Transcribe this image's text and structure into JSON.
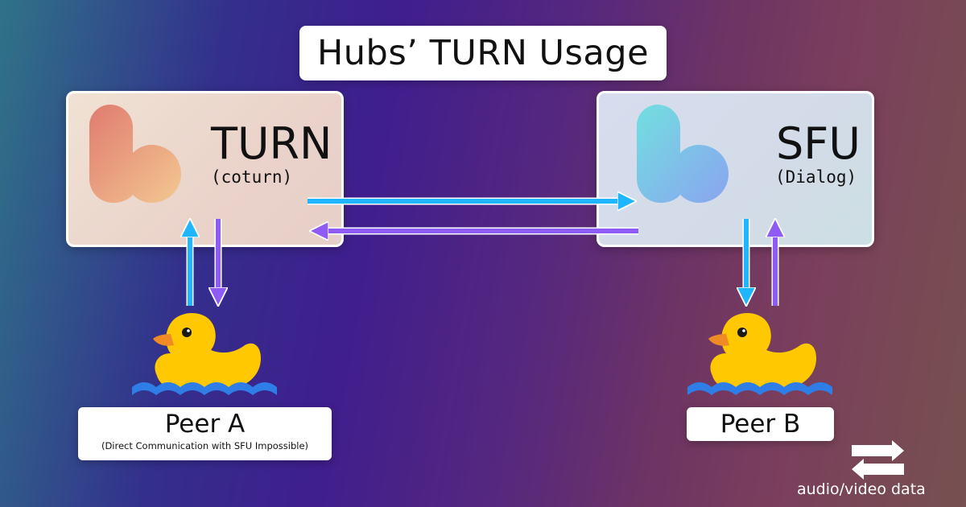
{
  "title": "Hubs’ TURN Usage",
  "nodes": {
    "turn": {
      "name": "TURN",
      "subtitle": "(coturn)",
      "logo_gradient": [
        "#e07b70",
        "#f3c891"
      ]
    },
    "sfu": {
      "name": "SFU",
      "subtitle": "(Dialog)",
      "logo_gradient": [
        "#72dfe0",
        "#8aa4f0"
      ]
    }
  },
  "peers": {
    "a": {
      "name": "Peer A",
      "note": "(Direct Communication with SFU Impossible)"
    },
    "b": {
      "name": "Peer B"
    }
  },
  "legend": {
    "caption": "audio/video data"
  },
  "colors": {
    "arrow_forward": "#1fb6ff",
    "arrow_return": "#8e5cf4",
    "duck_body": "#ffc800",
    "duck_beak": "#f08a24",
    "water": "#2f7de6"
  },
  "icons": [
    "rubber-duck-icon",
    "rubber-duck-icon",
    "logo-icon",
    "logo-icon"
  ]
}
